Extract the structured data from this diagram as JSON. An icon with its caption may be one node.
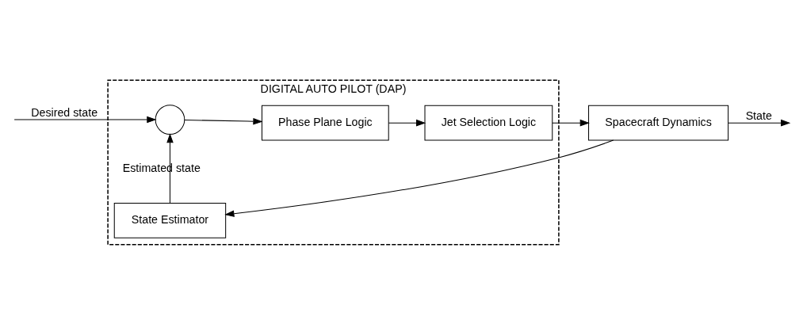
{
  "diagram": {
    "nodes": [
      {
        "text": [
          "DIGITAL AUTO PILOT (DAP)"
        ]
      },
      {
        "text": [],
        "shape": "circle",
        "in": 0
      },
      {
        "text": [
          "Phase Plane Logic"
        ],
        "in": 0
      },
      {
        "text": [
          "Jet Selection Logic"
        ],
        "in": 0
      },
      {
        "text": [
          "State Estimator"
        ],
        "in": 0
      },
      {
        "text": [
          "Spacecraft Dynamics"
        ]
      }
    ],
    "edges": [
      {
        "from": null,
        "to": 1,
        "arrow": "to",
        "label": "Desired state"
      },
      {
        "from": 1,
        "to": 2,
        "arrow": "to"
      },
      {
        "from": 2,
        "to": 3,
        "arrow": "to"
      },
      {
        "from": 3,
        "to": 5,
        "arrow": "to"
      },
      {
        "from": 5,
        "to": null,
        "arrow": "to",
        "label": "State"
      },
      {
        "from": 5,
        "to": 4,
        "arrow": "to"
      },
      {
        "from": 4,
        "to": 1,
        "arrow": "to",
        "label": "Estimated state"
      }
    ]
  }
}
